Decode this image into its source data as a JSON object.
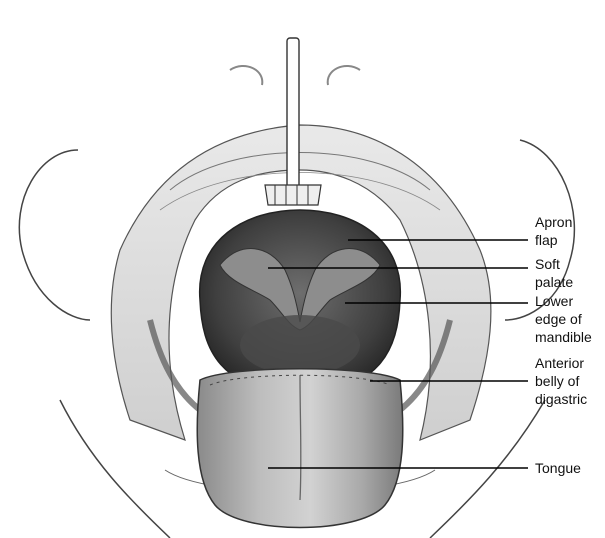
{
  "labels": [
    {
      "id": "apron-flap",
      "lines": [
        "Apron",
        "flap"
      ]
    },
    {
      "id": "soft-palate",
      "lines": [
        "Soft",
        "palate"
      ]
    },
    {
      "id": "lower-edge-mandible",
      "lines": [
        "Lower",
        "edge of",
        "mandible"
      ]
    },
    {
      "id": "anterior-belly-digastric",
      "lines": [
        "Anterior",
        "belly of",
        "digastric"
      ]
    },
    {
      "id": "tongue",
      "lines": [
        "Tongue"
      ]
    }
  ]
}
